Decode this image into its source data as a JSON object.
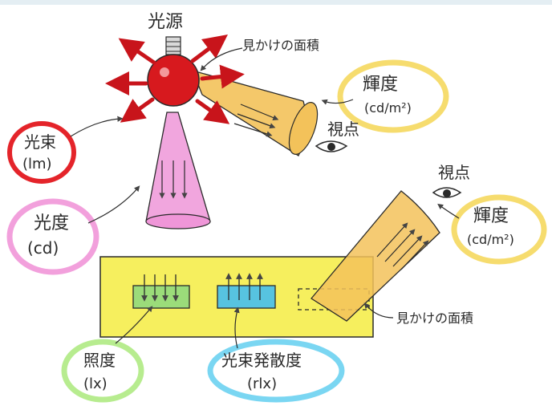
{
  "labels": {
    "light_source": "光源",
    "apparent_area_top": "見かけの面積",
    "luminance_top": "輝度",
    "luminance_unit_top": "(cd/m²)",
    "viewpoint_top": "視点",
    "luminous_flux": "光束",
    "luminous_flux_unit": "(lm)",
    "luminous_intensity": "光度",
    "luminous_intensity_unit": "(cd)",
    "viewpoint_right": "視点",
    "luminance_right": "輝度",
    "luminance_unit_right": "(cd/m²)",
    "apparent_area_bottom": "見かけの面積",
    "illuminance": "照度",
    "illuminance_unit": "(lx)",
    "luminous_exitance": "光束発散度",
    "luminous_exitance_unit": "(rlx)"
  },
  "colors": {
    "bulb_red": "#d7191e",
    "arrow_red": "#c8141b",
    "beam_orange": "#f3c25a",
    "cone_pink": "#ef96d8",
    "plate_yellow": "#f6ef5e",
    "box_green": "#9bdc7a",
    "box_blue": "#57c3e0",
    "circle_yellow": "#f6dc6e",
    "circle_pink": "#f2a0dc",
    "circle_red": "#e4242a",
    "circle_green": "#b7ec8f",
    "circle_blue": "#7ad6f2"
  }
}
